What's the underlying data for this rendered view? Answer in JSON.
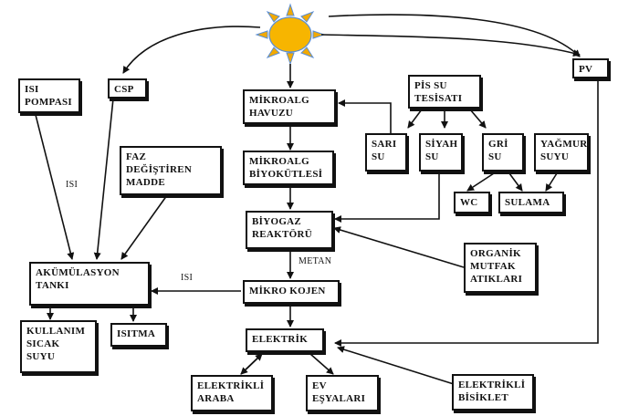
{
  "nodes": {
    "isi_pompasi": "ISI\nPOMPASI",
    "csp": "CSP",
    "pv": "PV",
    "mikroalg_havuzu": "MİKROALG\nHAVUZU",
    "mikroalg_biyokutlesi": "MİKROALG\nBİYOKÜTLESİ",
    "pis_su_tesisati": "PİS SU\nTESİSATI",
    "sari_su": "SARI\nSU",
    "siyah_su": "SİYAH\nSU",
    "gri_su": "GRİ\nSU",
    "yagmur_suyu": "YAĞMUR\nSUYU",
    "wc": "WC",
    "sulama": "SULAMA",
    "faz_degistiren_madde": "FAZ\nDEĞİŞTİREN\nMADDE",
    "biyogaz_reaktoru": "BİYOGAZ\nREAKTÖRÜ",
    "organik_mutfak_atiklari": "ORGANİK\nMUTFAK\nATIKLARI",
    "akumulasyon_tanki": "AKÜMÜLASYON\nTANKI",
    "mikro_kojen": "MİKRO KOJEN",
    "kullanim_sicak_suyu": "KULLANIM\nSICAK\nSUYU",
    "isitma": "ISITMA",
    "elektrik": "ELEKTRİK",
    "elektrikli_araba": "ELEKTRİKLİ\nARABA",
    "ev_esyalari": "EV\nEŞYALARI",
    "elektrikli_bisiklet": "ELEKTRİKLİ\nBİSİKLET"
  },
  "edge_labels": {
    "isi_left": "ISI",
    "isi_mid": "ISI",
    "metan": "METAN"
  },
  "colors": {
    "sun_fill": "#f7b500",
    "sun_rays": "#f2a900",
    "sun_rim": "#5b8fd6",
    "ink": "#111111"
  },
  "icons": {
    "sun": "sun-icon"
  }
}
